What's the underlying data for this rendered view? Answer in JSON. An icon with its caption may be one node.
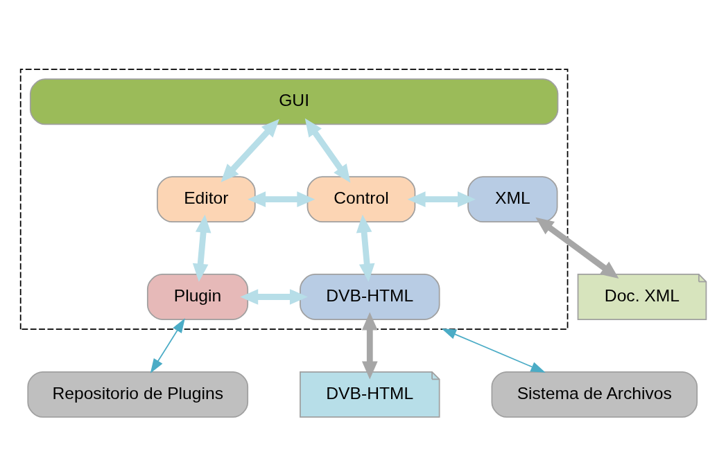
{
  "diagram": {
    "nodes": [
      {
        "text": [],
        "shape": "box"
      },
      {
        "text": [
          "GUI"
        ],
        "in": 0
      },
      {
        "text": [
          "Editor"
        ],
        "in": 0
      },
      {
        "text": [
          "Control"
        ],
        "in": 0
      },
      {
        "text": [
          "XML"
        ],
        "in": 0
      },
      {
        "text": [
          "Plugin"
        ],
        "in": 0
      },
      {
        "text": [
          "DVB-HTML"
        ],
        "in": 0
      },
      {
        "text": [
          "Doc. XML"
        ]
      },
      {
        "text": [
          "DVB-HTML"
        ]
      },
      {
        "text": [
          "Repositorio de Plugins"
        ]
      },
      {
        "text": [
          "Sistema de Archivos"
        ]
      }
    ],
    "edges": [
      {
        "from": 1,
        "to": 2,
        "arrow": "both",
        "color": "#b7dee8"
      },
      {
        "from": 1,
        "to": 3,
        "arrow": "both",
        "color": "#b7dee8"
      },
      {
        "from": 2,
        "to": 3,
        "arrow": "both",
        "color": "#b7dee8"
      },
      {
        "from": 3,
        "to": 4,
        "arrow": "both",
        "color": "#b7dee8"
      },
      {
        "from": 2,
        "to": 5,
        "arrow": "both",
        "color": "#b7dee8"
      },
      {
        "from": 3,
        "to": 6,
        "arrow": "both",
        "color": "#b7dee8"
      },
      {
        "from": 5,
        "to": 6,
        "arrow": "both",
        "color": "#b7dee8"
      },
      {
        "from": 4,
        "to": 7,
        "arrow": "both",
        "color": "#a6a6a6"
      },
      {
        "from": 6,
        "to": 8,
        "arrow": "both",
        "color": "#a6a6a6"
      },
      {
        "from": 5,
        "to": 9,
        "arrow": "both",
        "color": "#4bacc6"
      },
      {
        "from": 0,
        "to": 10,
        "arrow": "both",
        "color": "#4bacc6"
      }
    ]
  }
}
